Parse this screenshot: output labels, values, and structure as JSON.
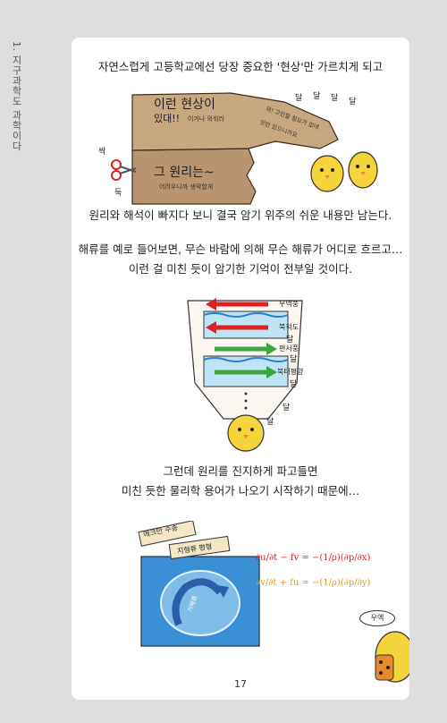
{
  "sidebar": {
    "chapter": "1. 지구과학도 과학이다"
  },
  "paragraphs": {
    "p1": "자연스럽게 고등학교에선 당장 중요한 '현상'만 가르치게 되고",
    "p2": "원리와 해석이 빠지다 보니 결국 암기 위주의 쉬운 내용만 남는다.",
    "p3_line1": "해류를 예로 들어보면, 무슨 바람에 의해 무슨 해류가 어디로 흐르고…",
    "p3_line2": "이런 걸 미친 듯이 암기한 기억이 전부일 것이다.",
    "p4_line1": "그런데 원리를 진지하게 파고들면",
    "p4_line2": "미친 듯한 물리학 용어가 나오기 시작하기 때문에…"
  },
  "illustration1": {
    "top_text": "이런 현상이",
    "top_text2": "있대!!",
    "top_small": "이거나 외워라",
    "bottom_text": "그 원리는~",
    "bottom_small": "어려우니까 생략할게",
    "scissors_sound": "싹",
    "cut_sound": "둑",
    "side_small": "외! 고민할 필요가 없네",
    "side_small2": "맛만 있으니까요",
    "chew": [
      "달",
      "달",
      "달",
      "달"
    ]
  },
  "illustration2": {
    "arrow_labels": [
      "무역풍",
      "북적도",
      "편서풍",
      "북태평양"
    ],
    "chew": [
      "달",
      "달",
      "달",
      "달",
      "달"
    ]
  },
  "illustration3": {
    "label1": "에크만 수송",
    "label2": "지형류 평형",
    "current_label": "가해류",
    "eq1": "∂u/∂t − fv = −(1/ρ)(∂p/∂x)",
    "eq2": "∂v/∂t + fu = −(1/ρ)(∂p/∂y)",
    "speech": "우엑"
  },
  "footer": {
    "page_number": "17"
  },
  "colors": {
    "red": "#e02020",
    "blue": "#2a7fd4",
    "green": "#3aa640",
    "yellow": "#f6d43c",
    "paper": "#b89470"
  }
}
